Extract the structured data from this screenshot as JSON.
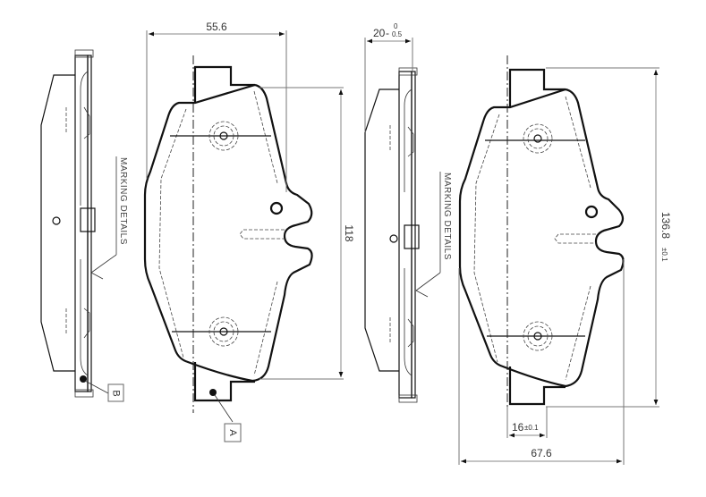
{
  "drawing": {
    "type": "brake pad technical drawing",
    "views": [
      "side-view-left",
      "front-view-left",
      "side-view-right",
      "front-view-right"
    ],
    "dimensions": {
      "width_top": "55.6",
      "thickness": "20",
      "thickness_tol_upper": "0",
      "thickness_tol_lower": "-0.5",
      "height_left": "118",
      "height_right": "136.8",
      "height_right_tol": "±0.1",
      "tab_width": "16",
      "tab_width_tol": "±0.1",
      "width_bottom": "67.6"
    },
    "labels": {
      "marking_left": "MARKING  DETAILS",
      "marking_right": "MARKING  DETAILS",
      "callout_a": "A",
      "callout_b": "B"
    }
  }
}
